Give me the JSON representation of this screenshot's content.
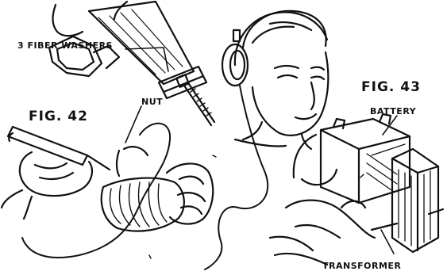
{
  "labels": {
    "fig42": "FIG. 42",
    "fig43": "FIG. 43",
    "fiber_washers": "3 FIBER WASHERS",
    "nut": "NUT",
    "battery": "BATTERY",
    "transformer": "TRANSFORMER"
  },
  "colors": {
    "ink": "#111111",
    "paper": "#ffffff"
  }
}
